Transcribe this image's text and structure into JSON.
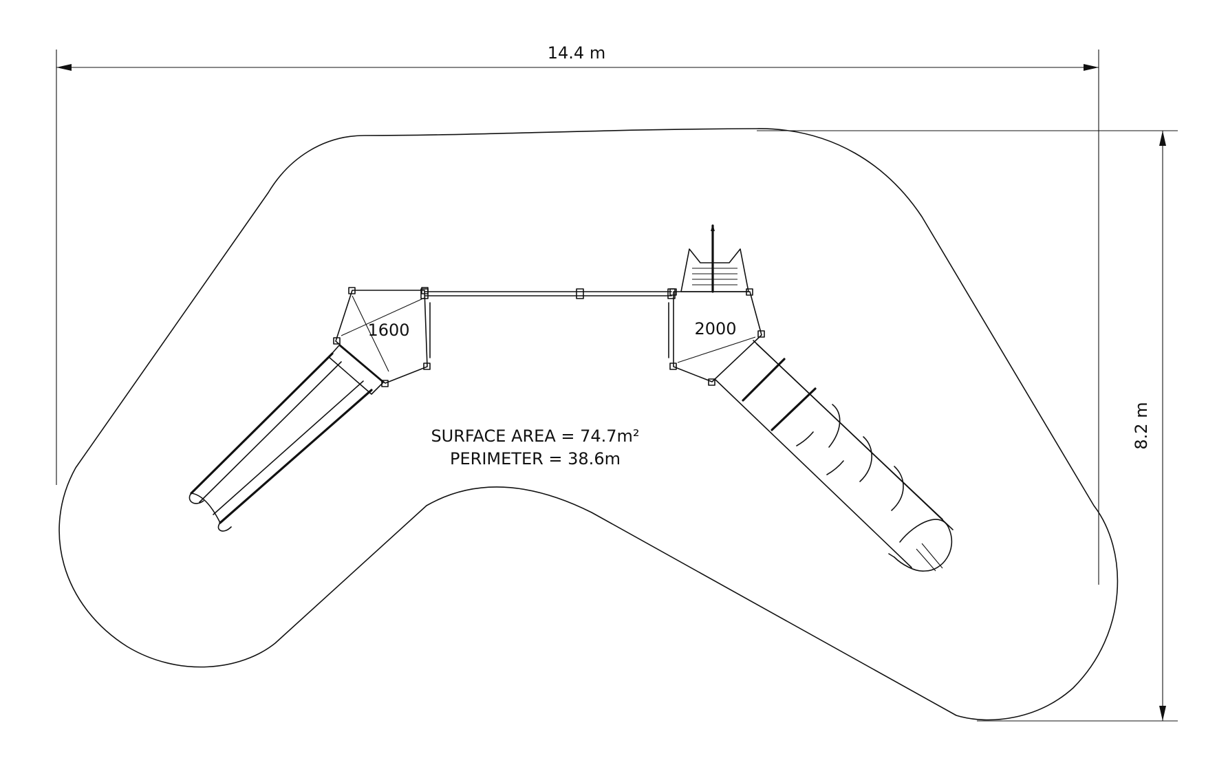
{
  "dimensions": {
    "width_label": "14.4 m",
    "height_label": "8.2 m"
  },
  "platforms": {
    "left_label": "1600",
    "right_label": "2000"
  },
  "stats": {
    "surface_area": "SURFACE AREA = 74.7m²",
    "perimeter": "PERIMETER = 38.6m"
  }
}
